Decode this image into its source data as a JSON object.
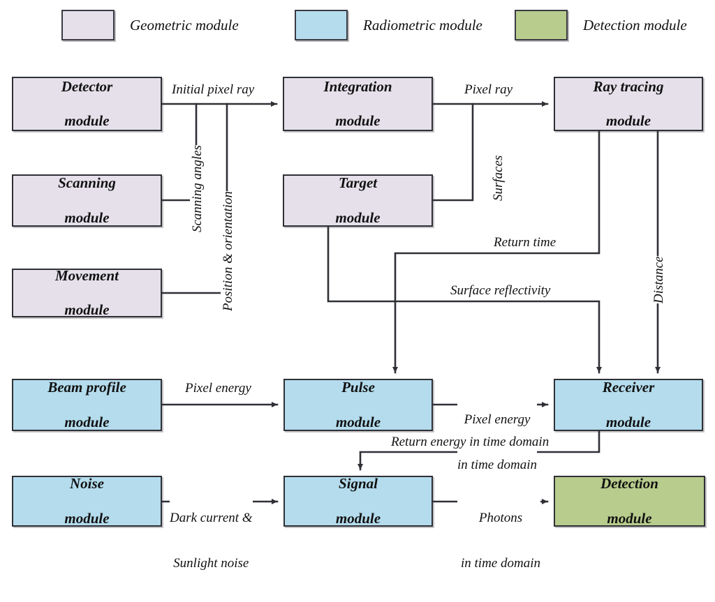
{
  "legend": {
    "items": [
      {
        "label": "Geometric module",
        "color": "#e5e0ea",
        "key": "geometric"
      },
      {
        "label": "Radiometric module",
        "color": "#b4dced",
        "key": "radiometric"
      },
      {
        "label": "Detection module",
        "color": "#b8cc8d",
        "key": "detection"
      }
    ]
  },
  "nodes": {
    "detector": {
      "line1": "Detector",
      "line2": "module",
      "group": "geometric"
    },
    "scanning": {
      "line1": "Scanning",
      "line2": "module",
      "group": "geometric"
    },
    "movement": {
      "line1": "Movement",
      "line2": "module",
      "group": "geometric"
    },
    "integration": {
      "line1": "Integration",
      "line2": "module",
      "group": "geometric"
    },
    "target": {
      "line1": "Target",
      "line2": "module",
      "group": "geometric"
    },
    "raytracing": {
      "line1": "Ray tracing",
      "line2": "module",
      "group": "geometric"
    },
    "beamprofile": {
      "line1": "Beam profile",
      "line2": "module",
      "group": "radiometric"
    },
    "pulse": {
      "line1": "Pulse",
      "line2": "module",
      "group": "radiometric"
    },
    "receiver": {
      "line1": "Receiver",
      "line2": "module",
      "group": "radiometric"
    },
    "noise": {
      "line1": "Noise",
      "line2": "module",
      "group": "radiometric"
    },
    "signal": {
      "line1": "Signal",
      "line2": "module",
      "group": "radiometric"
    },
    "detection": {
      "line1": "Detection",
      "line2": "module",
      "group": "detection"
    }
  },
  "edges": {
    "initial_pixel_ray": "Initial pixel ray",
    "scanning_angles": "Scanning angles",
    "position_orientation": "Position & orientation",
    "pixel_ray": "Pixel ray",
    "surfaces": "Surfaces",
    "return_time": "Return time",
    "surface_reflectivity": "Surface reflectivity",
    "distance": "Distance",
    "pixel_energy": "Pixel energy",
    "pixel_energy_time_1": "Pixel energy",
    "pixel_energy_time_2": "in time domain",
    "return_energy": "Return energy in time domain",
    "dark_current_1": "Dark current &",
    "dark_current_2": "Sunlight noise",
    "photons_1": "Photons",
    "photons_2": "in time domain"
  },
  "style": {
    "line_color": "#2f3036",
    "border_color": "#2f3036",
    "background": "#ffffff"
  }
}
